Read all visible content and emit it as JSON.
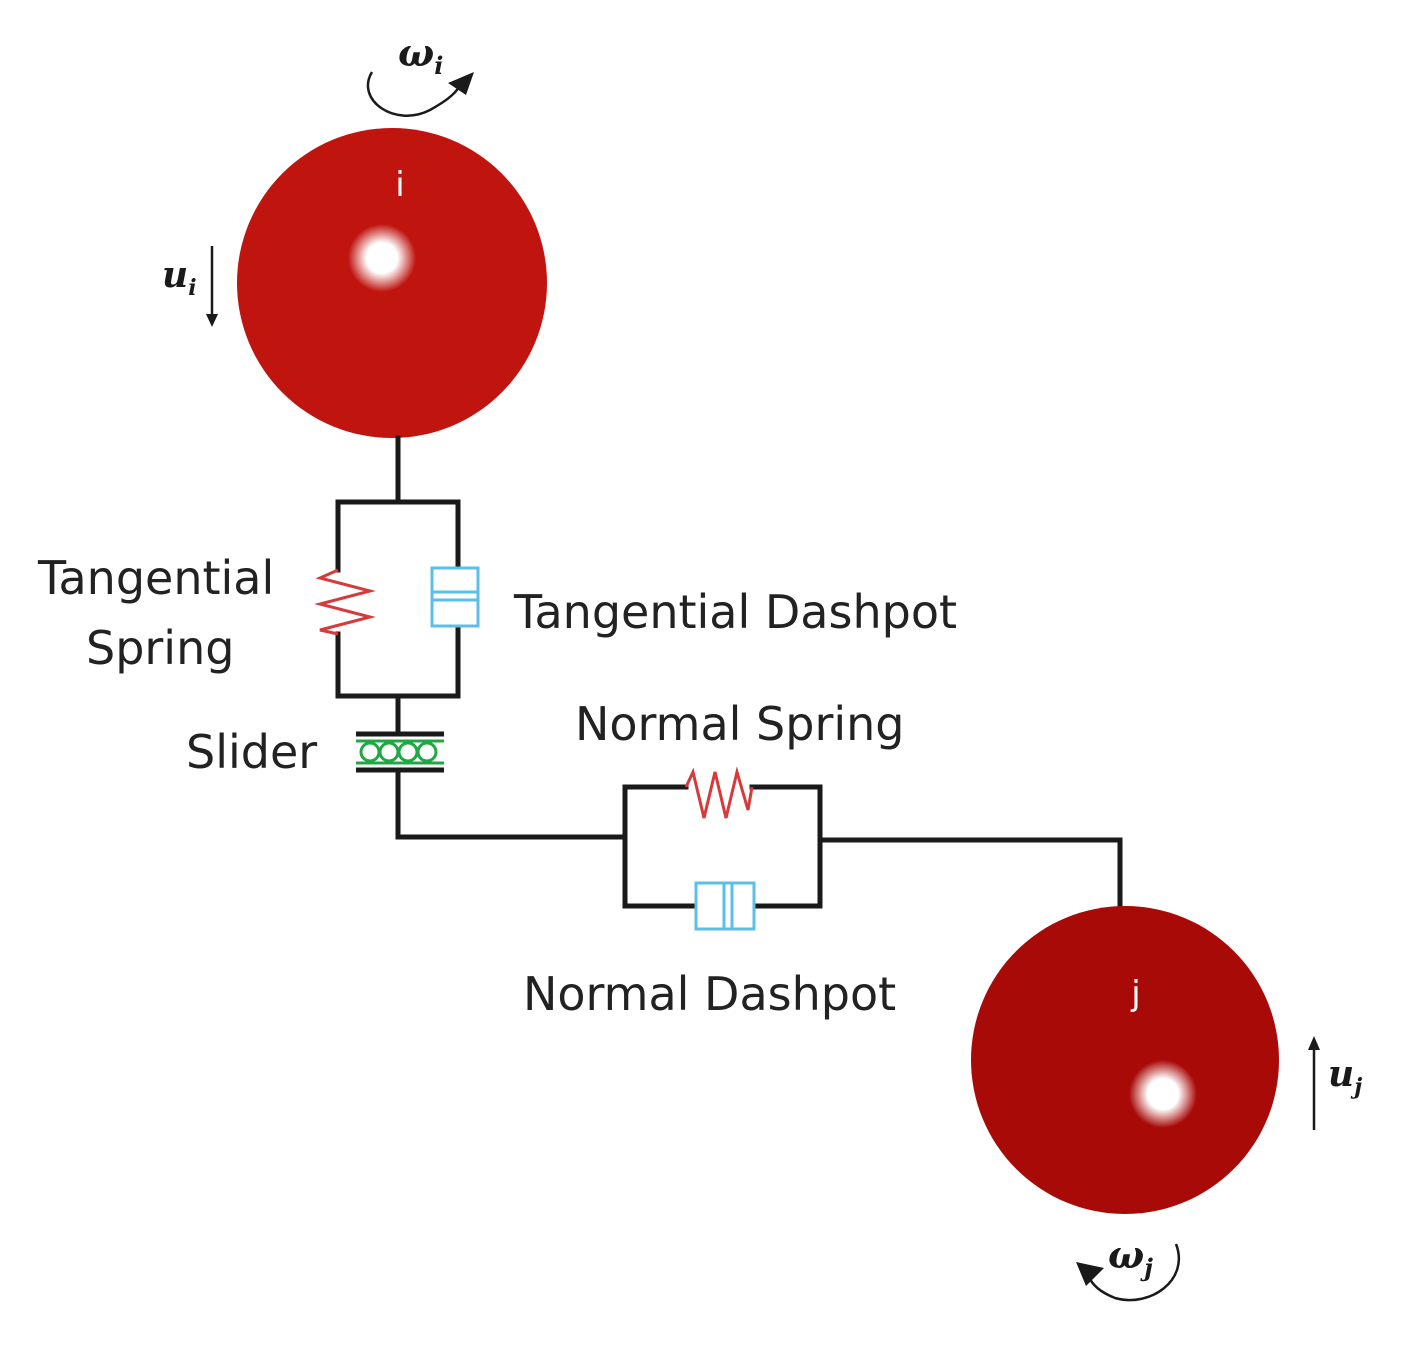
{
  "particles": {
    "i": {
      "label": "i",
      "displacement_label": "u",
      "displacement_sub": "i",
      "rotation_label": "ω",
      "rotation_sub": "i"
    },
    "j": {
      "label": "j",
      "displacement_label": "u",
      "displacement_sub": "j",
      "rotation_label": "ω",
      "rotation_sub": "j"
    }
  },
  "components": {
    "tangential_spring": {
      "line1": "Tangential",
      "line2": "Spring"
    },
    "tangential_dashpot": "Tangential Dashpot",
    "slider": "Slider",
    "normal_spring": "Normal Spring",
    "normal_dashpot": "Normal Dashpot"
  },
  "colors": {
    "particle_i": "#c0140f",
    "particle_j": "#a80a08",
    "spring": "#d63a3a",
    "dashpot": "#5bbfe8",
    "slider": "#1fa843",
    "wire": "#1a1a1a"
  }
}
